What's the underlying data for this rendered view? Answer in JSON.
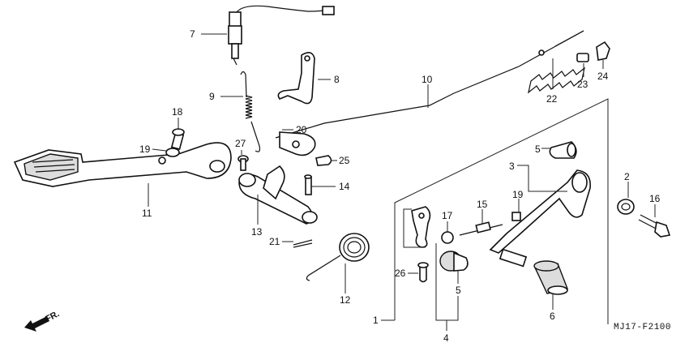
{
  "diagram": {
    "code": "MJ17-F2100",
    "direction_label": "FR.",
    "callouts": [
      {
        "id": "c1",
        "label": "1"
      },
      {
        "id": "c2",
        "label": "2"
      },
      {
        "id": "c3",
        "label": "3"
      },
      {
        "id": "c4",
        "label": "4"
      },
      {
        "id": "c5a",
        "label": "5"
      },
      {
        "id": "c5b",
        "label": "5"
      },
      {
        "id": "c6",
        "label": "6"
      },
      {
        "id": "c7",
        "label": "7"
      },
      {
        "id": "c8",
        "label": "8"
      },
      {
        "id": "c9",
        "label": "9"
      },
      {
        "id": "c10",
        "label": "10"
      },
      {
        "id": "c11",
        "label": "11"
      },
      {
        "id": "c12",
        "label": "12"
      },
      {
        "id": "c13",
        "label": "13"
      },
      {
        "id": "c14",
        "label": "14"
      },
      {
        "id": "c15",
        "label": "15"
      },
      {
        "id": "c16",
        "label": "16"
      },
      {
        "id": "c17",
        "label": "17"
      },
      {
        "id": "c18",
        "label": "18"
      },
      {
        "id": "c19a",
        "label": "19"
      },
      {
        "id": "c19b",
        "label": "19"
      },
      {
        "id": "c20",
        "label": "20"
      },
      {
        "id": "c21",
        "label": "21"
      },
      {
        "id": "c22",
        "label": "22"
      },
      {
        "id": "c23",
        "label": "23"
      },
      {
        "id": "c24",
        "label": "24"
      },
      {
        "id": "c25",
        "label": "25"
      },
      {
        "id": "c26",
        "label": "26"
      },
      {
        "id": "c27",
        "label": "27"
      }
    ]
  }
}
